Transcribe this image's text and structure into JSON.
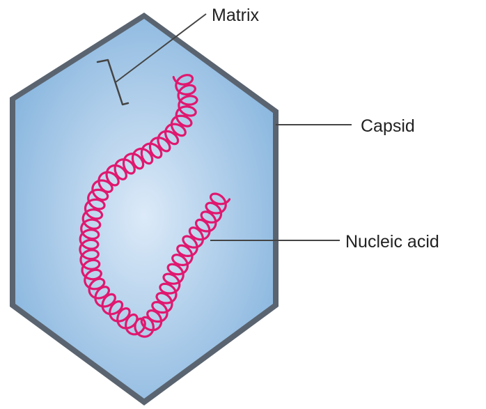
{
  "labels": {
    "matrix": "Matrix",
    "capsid": "Capsid",
    "nucleic_acid": "Nucleic acid"
  },
  "colors": {
    "capsid_fill_center": "#dceaf8",
    "capsid_fill_edge": "#84b3dd",
    "capsid_border": "#5a6470",
    "nucleic_acid": "#e0186f",
    "leader_line": "#444444"
  }
}
